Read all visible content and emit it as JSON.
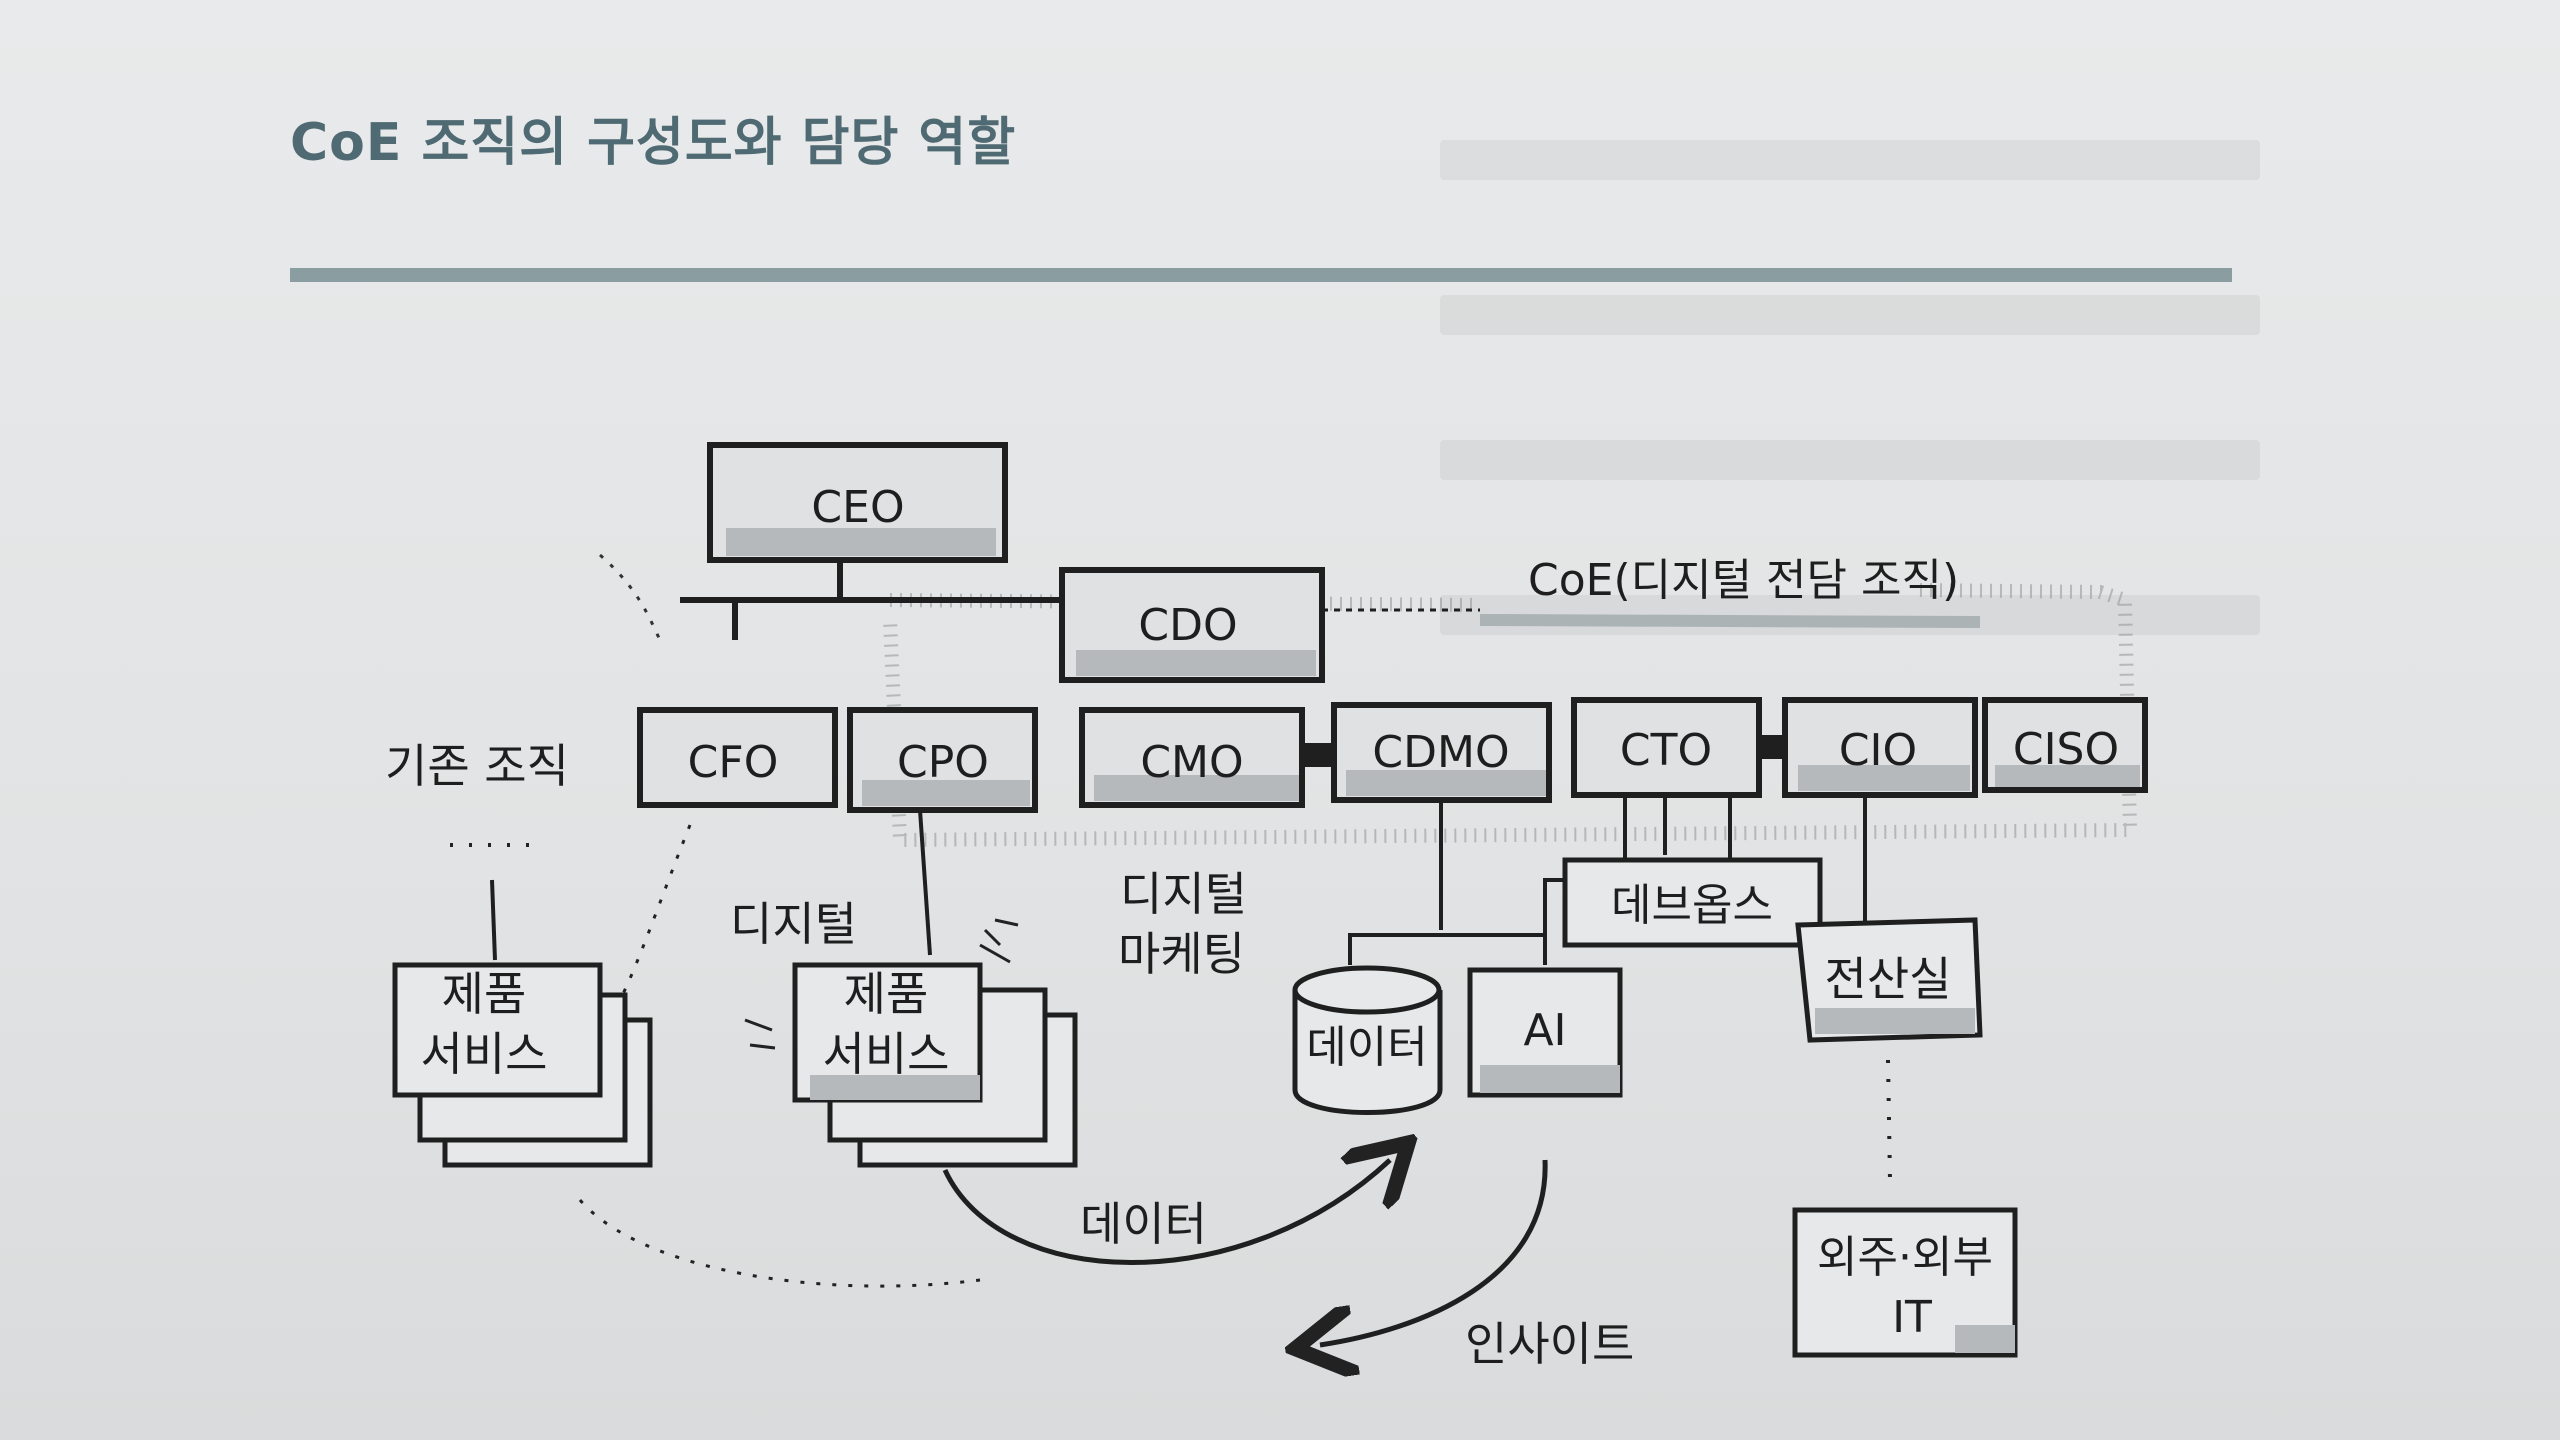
{
  "heading": "CoE 조직의 구성도와 담당 역할",
  "diagram": {
    "coe_label": "CoE(디지털 전담 조직)",
    "existing_org_label": "기존 조직",
    "nodes": {
      "ceo": "CEO",
      "cdo": "CDO",
      "cfo": "CFO",
      "cpo": "CPO",
      "cmo": "CMO",
      "cdmo": "CDMO",
      "cto": "CTO",
      "cio": "CIO",
      "ciso": "CISO"
    },
    "cfo_stack": [
      "제품",
      "서비스"
    ],
    "cpo_stack": [
      "제품",
      "서비스"
    ],
    "digital_label": "디지털",
    "digital_marketing": [
      "디지털",
      "마케팅"
    ],
    "data_cylinder": "데이터",
    "ai_box": "AI",
    "devops": "데브옵스",
    "it_dept": "전산실",
    "outsourcing": [
      "외주·외부",
      "IT"
    ],
    "flow_data": "데이터",
    "flow_insight": "인사이트"
  }
}
